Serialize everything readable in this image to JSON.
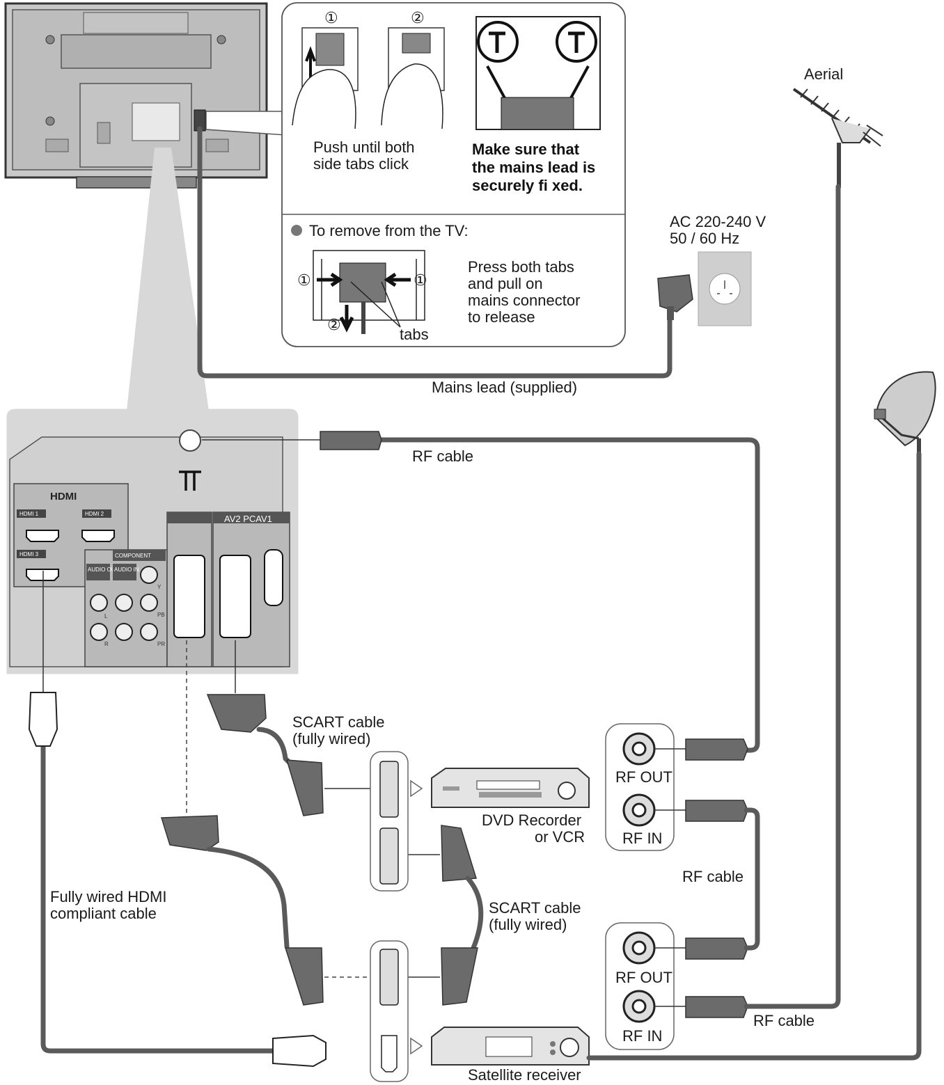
{
  "labels": {
    "aerial": "Aerial",
    "ac_line1": "AC 220-240 V",
    "ac_line2": "50 / 60 Hz",
    "push_line1": "Push until both",
    "push_line2": "side tabs click",
    "make_sure_line1": "Make sure that",
    "make_sure_line2": "the mains lead is",
    "make_sure_line3": "securely fi xed.",
    "remove_title": "To remove from the TV:",
    "press_line1": "Press both tabs",
    "press_line2": "and pull on",
    "press_line3": "mains connector",
    "press_line4": "to release",
    "tabs": "tabs",
    "step1": "①",
    "step2": "②",
    "mains_lead": "Mains lead (supplied)",
    "rf_cable_top": "RF cable",
    "rf_cable_mid": "RF cable",
    "rf_cable_bottom": "RF cable",
    "scart_cable_1_line1": "SCART cable",
    "scart_cable_1_line2": "(fully wired)",
    "scart_cable_2_line1": "SCART cable",
    "scart_cable_2_line2": "(fully wired)",
    "dvd_line1": "DVD Recorder",
    "dvd_line2": "or VCR",
    "rf_out_1": "RF OUT",
    "rf_in_1": "RF IN",
    "rf_out_2": "RF OUT",
    "rf_in_2": "RF IN",
    "hdmi_cable_line1": "Fully wired HDMI",
    "hdmi_cable_line2": "compliant cable",
    "satellite": "Satellite receiver"
  },
  "panel_labels": {
    "hdmi_logo": "HDMI",
    "hdmi1": "HDMI 1",
    "hdmi2": "HDMI 2",
    "hdmi3": "HDMI 3",
    "component": "COMPONENT",
    "audio_out": "AUDIO OUT",
    "audio_in": "AUDIO IN",
    "av_header": "AV2 PCAV1",
    "jack_y": "Y",
    "jack_pb": "PB",
    "jack_pr": "PR",
    "jack_l": "L",
    "jack_r": "R"
  },
  "colors": {
    "cable": "#5a5a5a",
    "panel": "#d6d6d6",
    "plug": "#6b6b6b"
  }
}
